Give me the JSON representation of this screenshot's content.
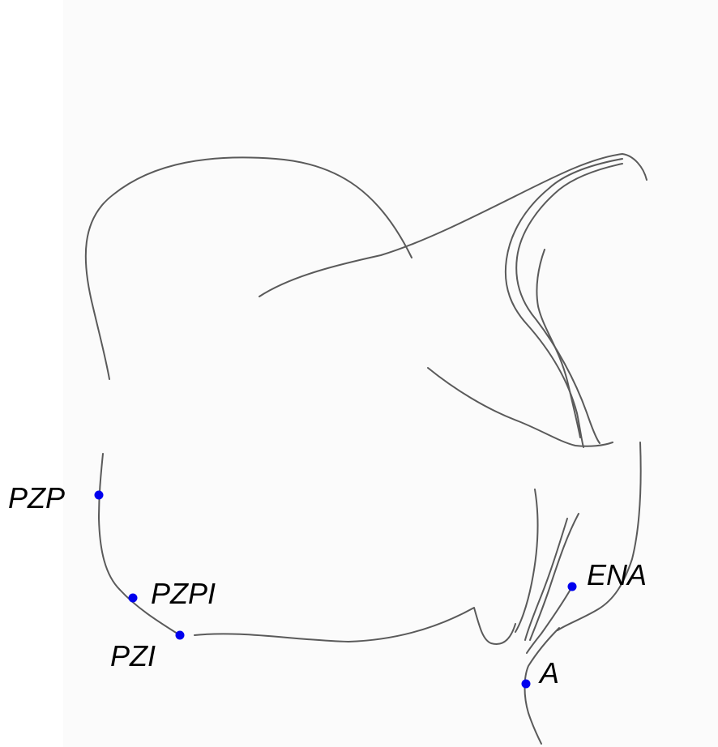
{
  "landmarks": [
    {
      "id": "pzp",
      "label": "PZP"
    },
    {
      "id": "pzpi",
      "label": "PZPI"
    },
    {
      "id": "pzi",
      "label": "PZI"
    },
    {
      "id": "ena",
      "label": "ENA"
    },
    {
      "id": "a",
      "label": "A"
    }
  ],
  "colors": {
    "point": "#0000ee",
    "line": "#5a5a5a",
    "label": "#000000",
    "background": "#fbfbfb"
  }
}
